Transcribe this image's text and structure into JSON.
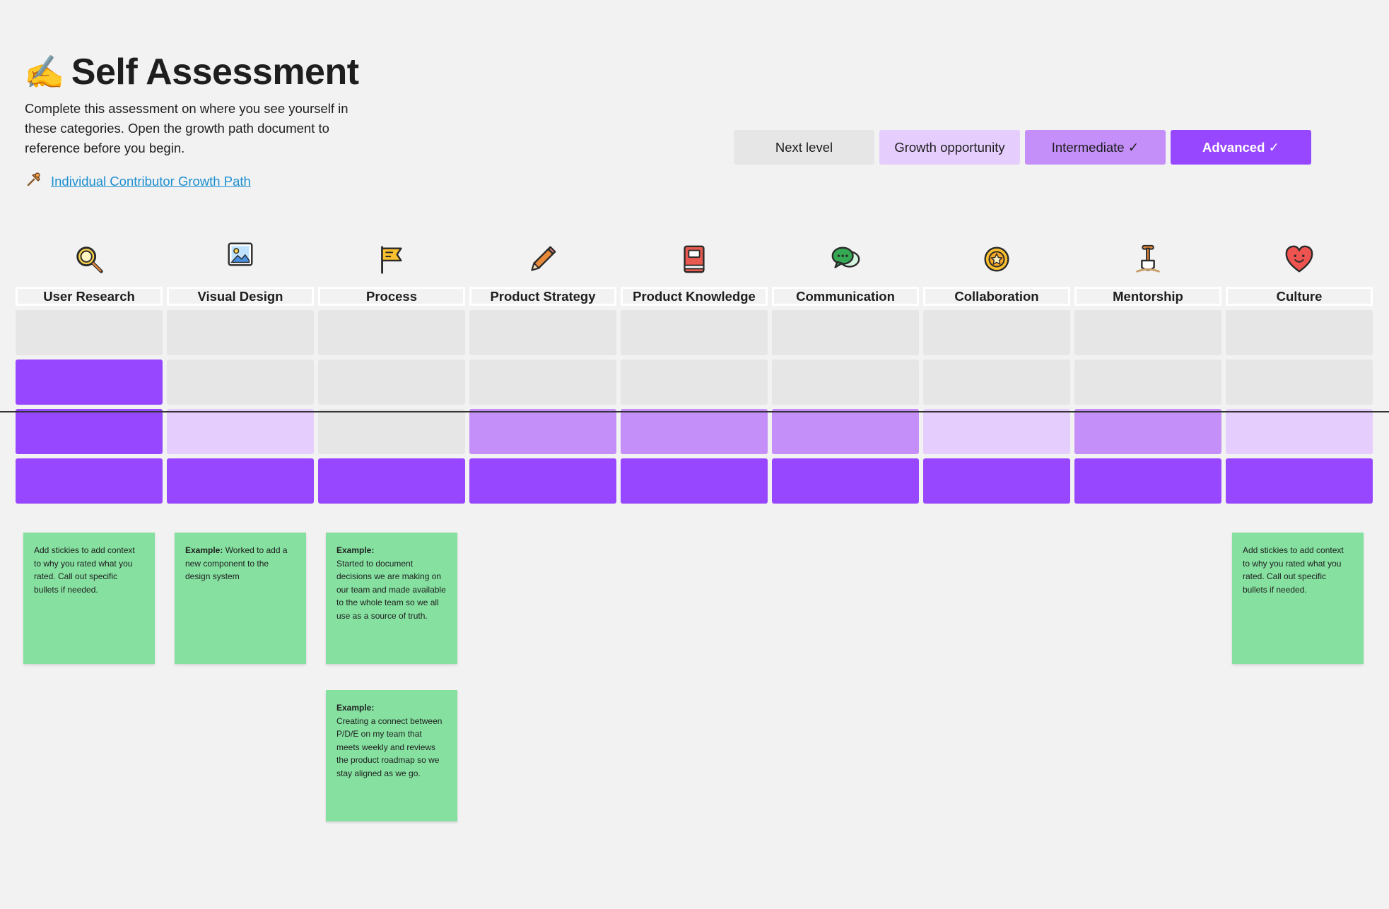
{
  "header": {
    "title": "Self Assessment",
    "title_icon": "writing-hand-icon",
    "description": "Complete this assessment on where you see yourself in these categories. Open the growth path document to reference before you begin.",
    "link_icon": "pushpin-icon",
    "link_text": "Individual Contributor Growth Path"
  },
  "legend": [
    {
      "label": "Next level"
    },
    {
      "label": "Growth opportunity"
    },
    {
      "label": "Intermediate ✓"
    },
    {
      "label": "Advanced ✓"
    }
  ],
  "colors": {
    "level_0": "#e6e6e6",
    "level_1": "#e5cdfd",
    "level_2": "#c48ff8",
    "level_3": "#9747ff",
    "sticky": "#86e0a0",
    "link": "#1a8fd0"
  },
  "columns": [
    {
      "label": "User Research",
      "icon": "magnifying-glass-icon",
      "levels": [
        0,
        3,
        3,
        3
      ]
    },
    {
      "label": "Visual Design",
      "icon": "picture-icon",
      "levels": [
        0,
        0,
        1,
        3
      ]
    },
    {
      "label": "Process",
      "icon": "flag-icon",
      "levels": [
        0,
        0,
        0,
        3
      ]
    },
    {
      "label": "Product Strategy",
      "icon": "pencil-icon",
      "levels": [
        0,
        0,
        2,
        3
      ]
    },
    {
      "label": "Product Knowledge",
      "icon": "book-icon",
      "levels": [
        0,
        0,
        2,
        3
      ]
    },
    {
      "label": "Communication",
      "icon": "speech-bubbles-icon",
      "levels": [
        0,
        0,
        2,
        3
      ]
    },
    {
      "label": "Collaboration",
      "icon": "medal-icon",
      "levels": [
        0,
        0,
        1,
        3
      ]
    },
    {
      "label": "Mentorship",
      "icon": "shovel-icon",
      "levels": [
        0,
        0,
        2,
        3
      ]
    },
    {
      "label": "Culture",
      "icon": "heart-icon",
      "levels": [
        0,
        0,
        1,
        3
      ]
    }
  ],
  "stickies": [
    {
      "prefix": "",
      "text": "Add stickies to add context to why you rated what you rated. Call out specific bullets if needed."
    },
    {
      "prefix": "Example:",
      "text": " Worked to add a new component to the design system"
    },
    {
      "prefix": "Example:",
      "text": "Started to document decisions we are making on our team and made available to the whole team so we all use as a source of truth."
    },
    {
      "prefix": "Example:",
      "text": "Creating a connect between P/D/E on my team that meets weekly and reviews the product roadmap so we stay aligned as we go."
    },
    {
      "prefix": "",
      "text": "Add stickies to add context to why you rated what you rated. Call out specific bullets if needed."
    }
  ]
}
